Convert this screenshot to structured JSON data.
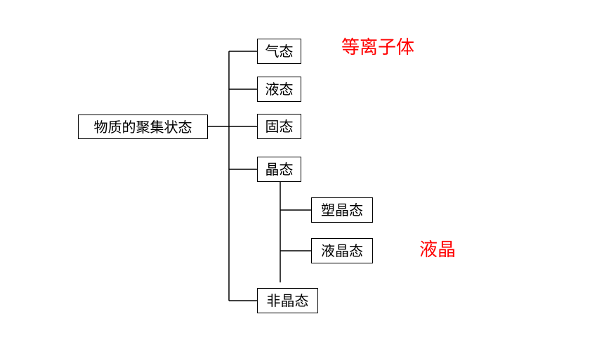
{
  "root": {
    "label": "物质的聚集状态"
  },
  "states": [
    {
      "label": "气态"
    },
    {
      "label": "液态"
    },
    {
      "label": "固态"
    },
    {
      "label": "晶态"
    },
    {
      "label": "非晶态"
    }
  ],
  "crystal_children": [
    {
      "label": "塑晶态"
    },
    {
      "label": "液晶态"
    }
  ],
  "annotations": {
    "plasma": "等离子体",
    "liquid_crystal": "液晶"
  },
  "colors": {
    "annotation": "#ff0000",
    "line": "#000000",
    "box_border": "#000000"
  }
}
